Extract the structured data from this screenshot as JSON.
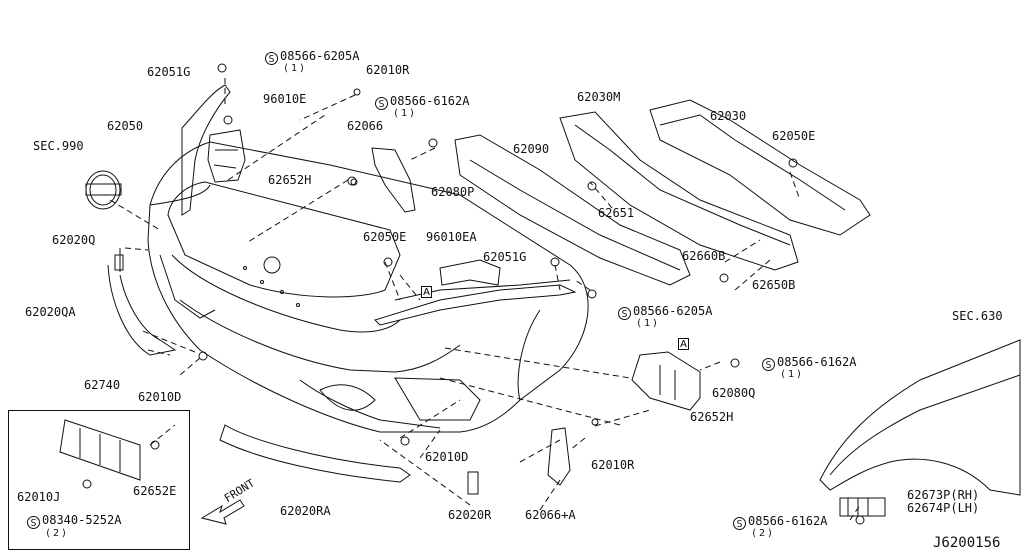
{
  "diagram_id": "J6200156",
  "parts": {
    "p62051G_top": "62051G",
    "p08566_6205A_top": "08566-6205A",
    "p08566_6205A_top_qty": "(1)",
    "p62010R_top": "62010R",
    "p96010E": "96010E",
    "p08566_6162A_top": "08566-6162A",
    "p08566_6162A_top_qty": "(1)",
    "p62050": "62050",
    "p62066": "62066",
    "sec990": "SEC.990",
    "p62652H_top": "62652H",
    "p62080P": "62080P",
    "p62030M": "62030M",
    "p62030": "62030",
    "p62090": "62090",
    "p62050E_right": "62050E",
    "p62651": "62651",
    "p62020Q": "62020Q",
    "p62050E_center": "62050E",
    "p96010EA": "96010EA",
    "p62051G_center": "62051G",
    "p62660B": "62660B",
    "p62650B": "62650B",
    "p62020QA": "62020QA",
    "p08566_6205A_center": "08566-6205A",
    "p08566_6205A_center_qty": "(1)",
    "sec630": "SEC.630",
    "p62740": "62740",
    "p08566_6162A_right": "08566-6162A",
    "p08566_6162A_right_qty": "(1)",
    "p62010D_left": "62010D",
    "p62080Q": "62080Q",
    "p62652H_bottom": "62652H",
    "p62010D_center": "62010D",
    "p62010R_bottom": "62010R",
    "p62010J": "62010J",
    "p62652E": "62652E",
    "p62673P": "62673P(RH)",
    "p62674P": "62674P(LH)",
    "p08340_5252A": "08340-5252A",
    "p08340_5252A_qty": "(2)",
    "p62020RA": "62020RA",
    "p62020R": "62020R",
    "p62066A": "62066+A",
    "p08566_6162A_bottom": "08566-6162A",
    "p08566_6162A_bottom_qty": "(2)",
    "front": "FRONT"
  },
  "markers": {
    "s_symbol": "S",
    "view_a": "A"
  }
}
